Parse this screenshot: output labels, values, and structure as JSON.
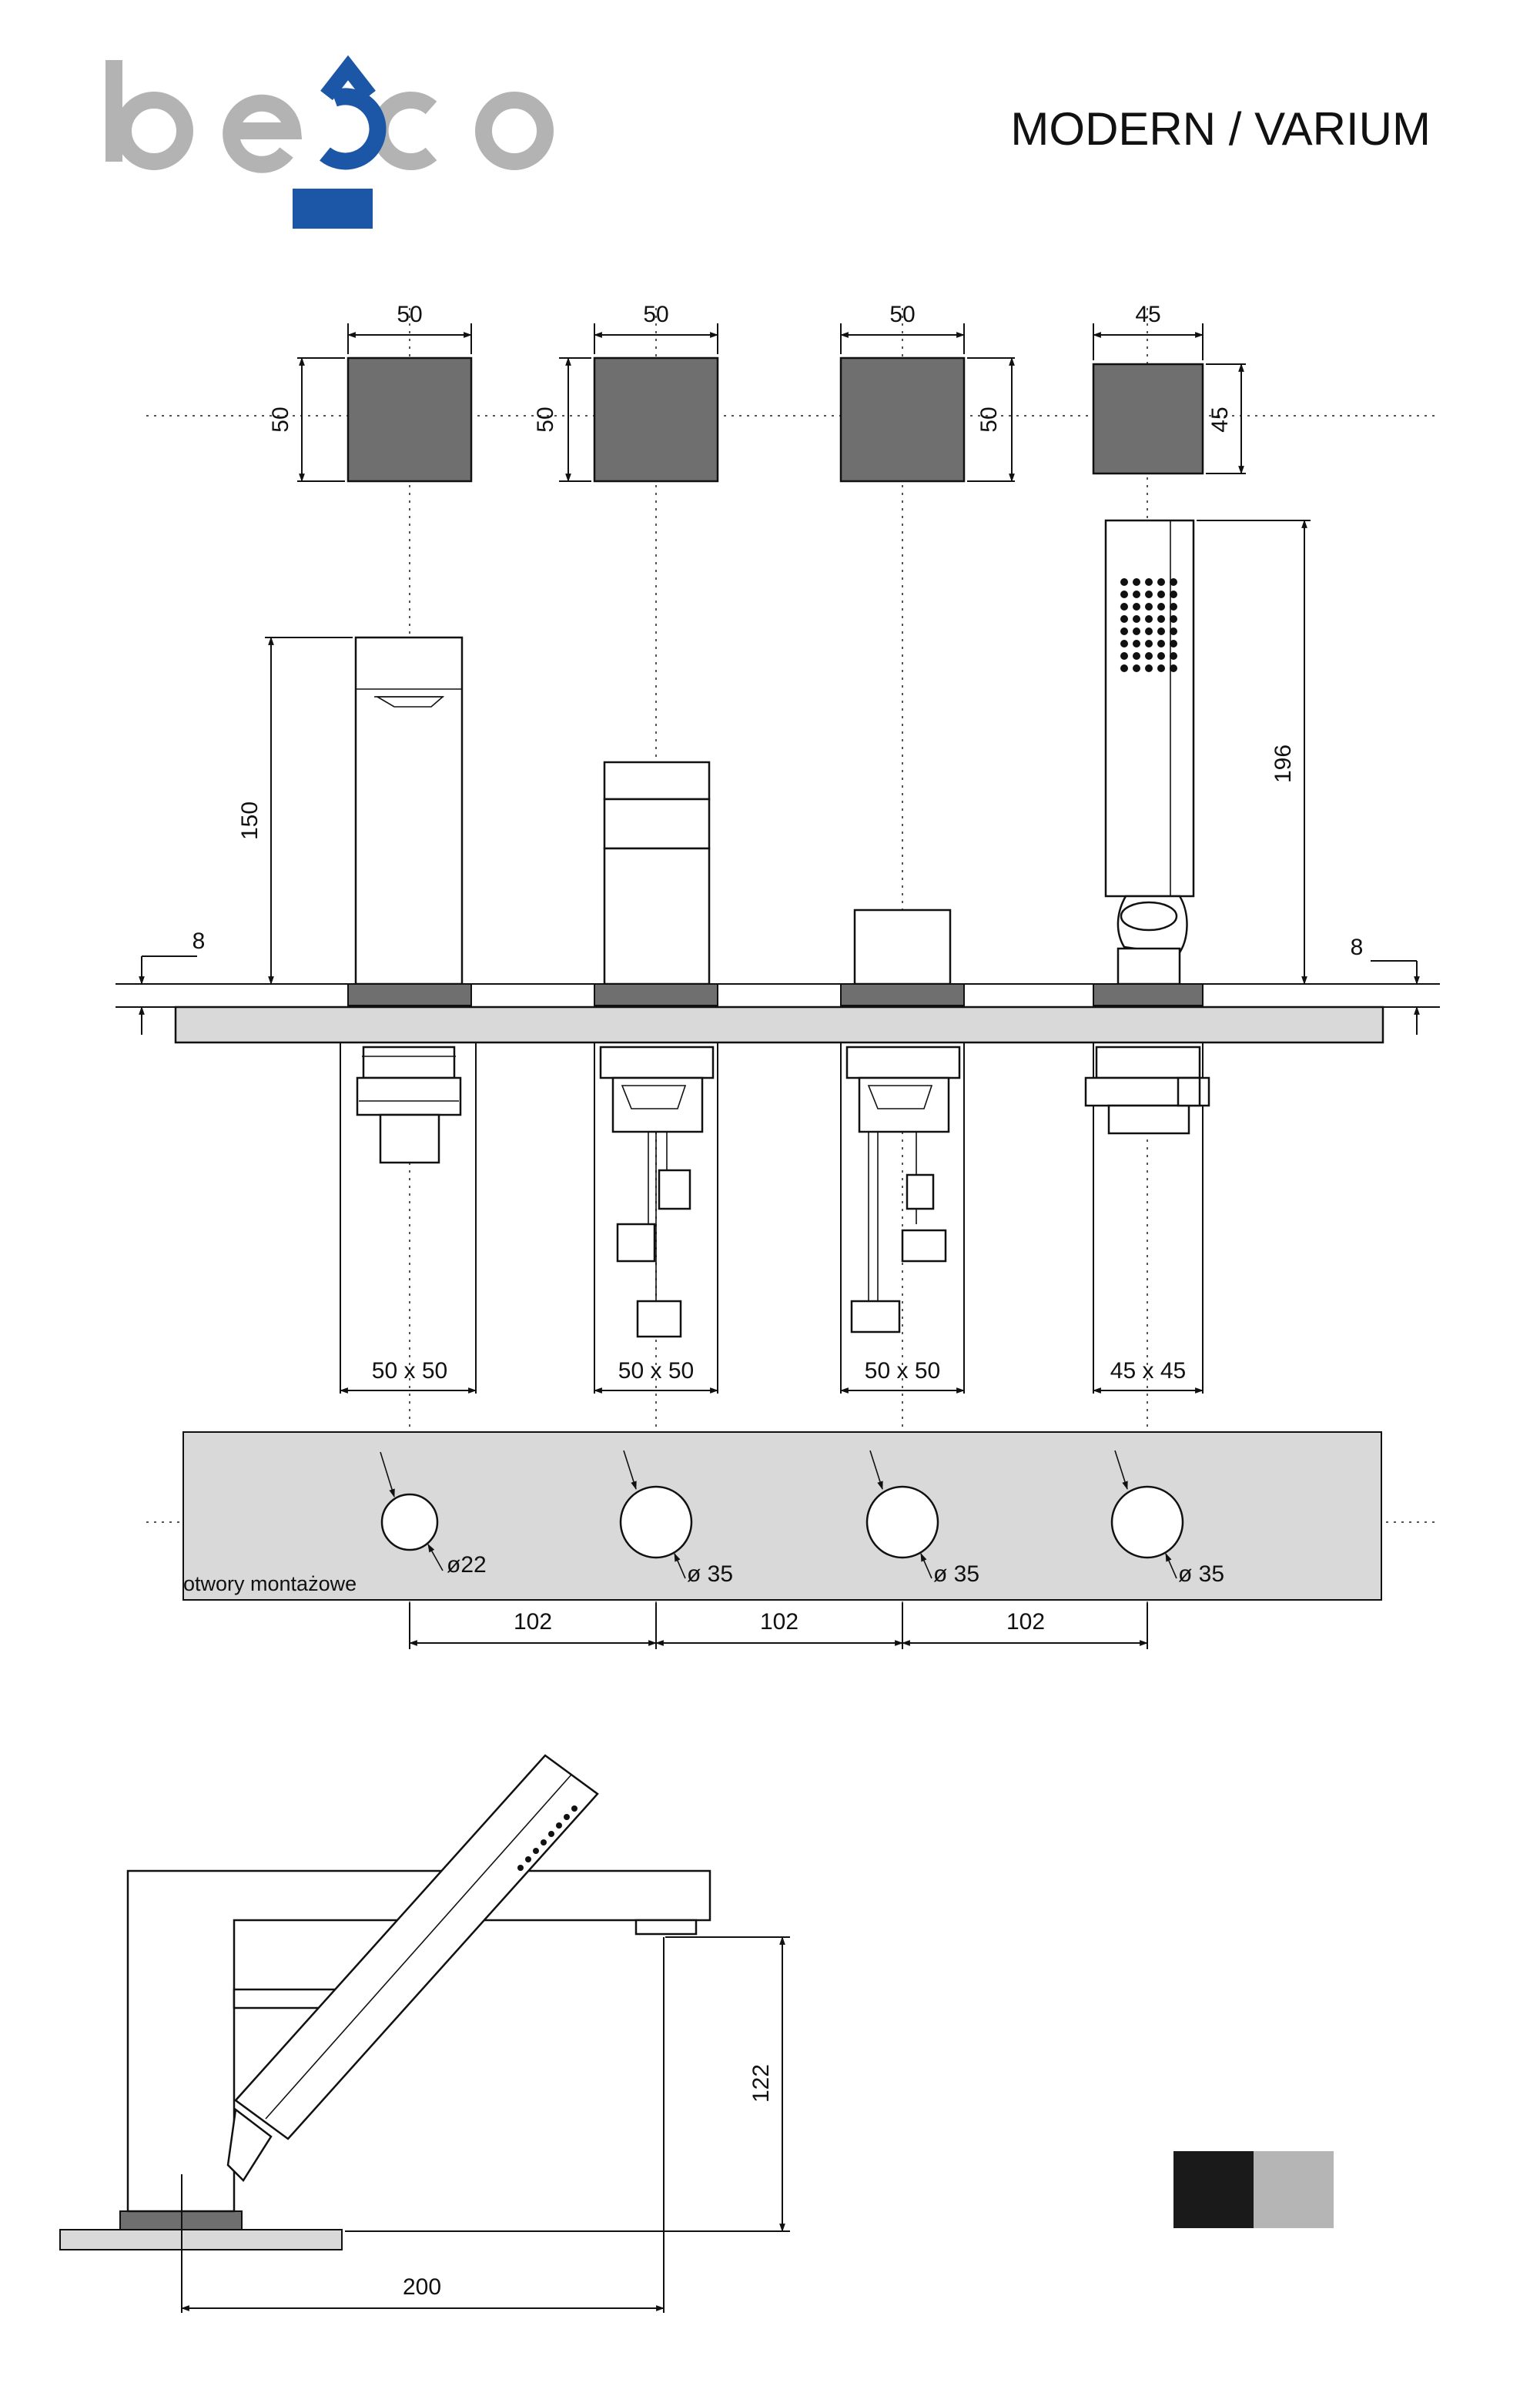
{
  "header": {
    "logo_text": "besco",
    "series_title": "MODERN / VARIUM"
  },
  "colors": {
    "logo_gray": "#b3b3b3",
    "logo_blue": "#1b57a6",
    "face_dark": "#6f6f6f",
    "deck_light": "#d9d9d9",
    "finish_black": "#1a1a1a",
    "finish_chrome": "#b5b5b5"
  },
  "top_view": {
    "knobs": [
      {
        "width": "50",
        "height": "50"
      },
      {
        "width": "50",
        "height": "50"
      },
      {
        "width": "50",
        "height": "50"
      },
      {
        "width": "45",
        "height": "45"
      }
    ]
  },
  "front_view": {
    "spout_height": "150",
    "hand_shower_height": "196",
    "deck_thickness_left": "8",
    "deck_thickness_right": "8",
    "base_sizes": [
      "50 x 50",
      "50 x 50",
      "50 x 50",
      "45 x 45"
    ]
  },
  "mounting_plate": {
    "label": "otwory montażowe",
    "holes": [
      "ø22",
      "ø 35",
      "ø 35",
      "ø 35"
    ],
    "spacings": [
      "102",
      "102",
      "102"
    ]
  },
  "side_view": {
    "outlet_height": "122",
    "spout_reach": "200"
  },
  "finish_swatches": [
    {
      "name": "black",
      "color": "#1a1a1a"
    },
    {
      "name": "chrome",
      "color": "#b5b5b5"
    }
  ]
}
